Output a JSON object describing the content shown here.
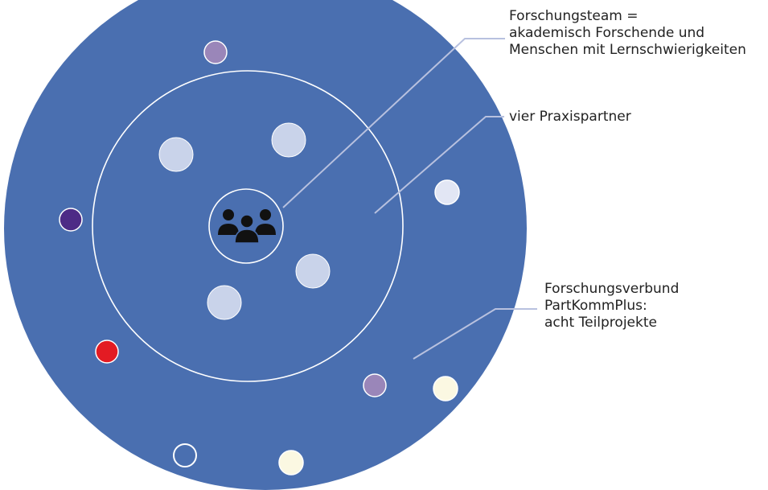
{
  "labels": {
    "team": {
      "line1": "Forschungsteam =",
      "line2": "akademisch Forschende und",
      "line3": "Menschen mit Lernschwierigkeiten"
    },
    "partner": {
      "line1": "vier Praxispartner"
    },
    "verbund": {
      "line1": "Forschungsverbund",
      "line2": "PartKommPlus:",
      "line3": "acht Teilprojekte"
    }
  },
  "center_icon": "group-of-people-icon",
  "colors": {
    "outer_circle": "#4a6fb0",
    "ring_stroke": "#ffffff",
    "leader_line": "#b8c1df",
    "praxis_dot": "#c9d3ea",
    "lavender_dot": "#9a86b9",
    "pale_dot": "#e2e6f4",
    "purple_dot": "#4d2b86",
    "red_dot": "#e31b23",
    "cream_dot": "#fbf8e2",
    "icon": "#111111"
  }
}
